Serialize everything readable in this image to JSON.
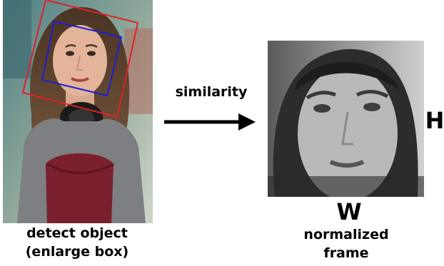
{
  "left_panel": {
    "caption_line1": "detect object",
    "caption_line2": "(enlarge box)",
    "outer_box_color": "#e0202a",
    "inner_box_color": "#1f1fd0"
  },
  "arrow": {
    "label": "similarity"
  },
  "right_panel": {
    "width_label": "W",
    "height_label": "H",
    "caption_line1": "normalized",
    "caption_line2": "frame"
  }
}
